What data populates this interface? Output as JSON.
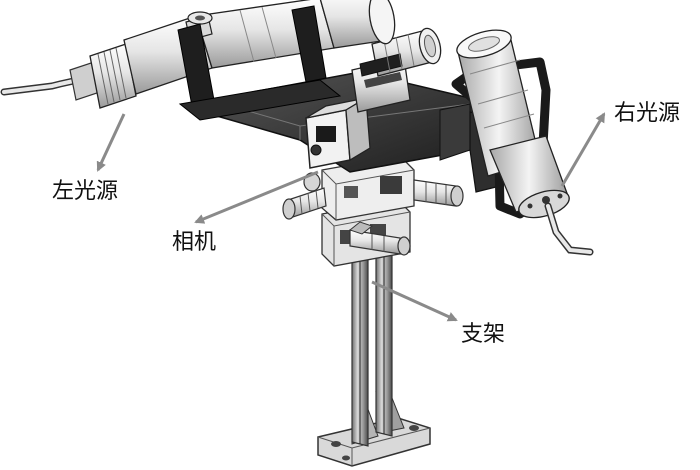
{
  "labels": {
    "left_light": "左光源",
    "camera": "相机",
    "right_light": "右光源",
    "stand": "支架"
  },
  "colors": {
    "metal_light": "#f2f2f2",
    "metal_mid": "#bdbdbd",
    "metal_dark": "#2b2b2b",
    "arrow": "#8a8a8a",
    "text": "#111111"
  }
}
